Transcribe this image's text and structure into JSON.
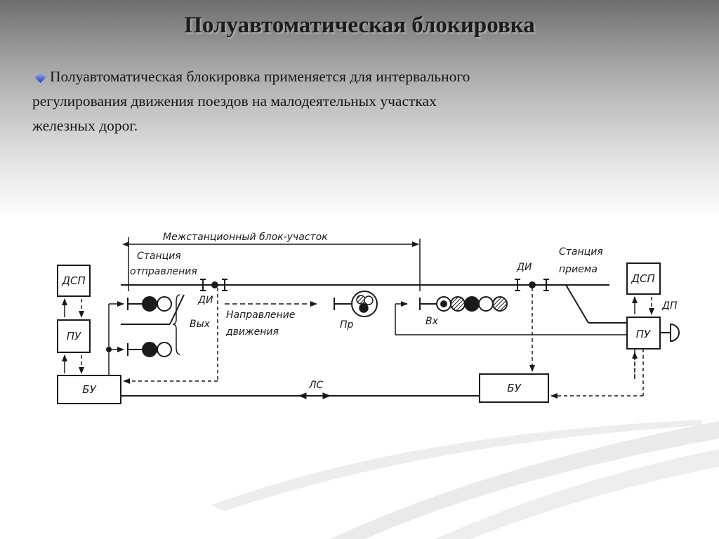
{
  "slide": {
    "title": "Полуавтоматическая блокировка",
    "bullet_text_lines": [
      "Полуавтоматическая блокировка применяется для интервального",
      "регулирования движения поездов на малодеятельных участках",
      "железных дорог."
    ]
  },
  "diagram": {
    "labels": {
      "interstation_block": "Межстанционный блок-участок",
      "departure_station_l1": "Станция",
      "departure_station_l2": "отправления",
      "arrival_station_l1": "Станция",
      "arrival_station_l2": "приема",
      "dsp_left": "ДСП",
      "pu_left": "ПУ",
      "bu_left": "БУ",
      "dsp_right": "ДСП",
      "pu_right": "ПУ",
      "bu_right": "БУ",
      "dp": "ДП",
      "di_left": "ДИ",
      "di_right": "ДИ",
      "exit_signal": "Вых",
      "entry_signal": "Вх",
      "warning_signal": "Пр",
      "direction_l1": "Направление",
      "direction_l2": "движения",
      "line_circuit": "ЛС"
    }
  }
}
